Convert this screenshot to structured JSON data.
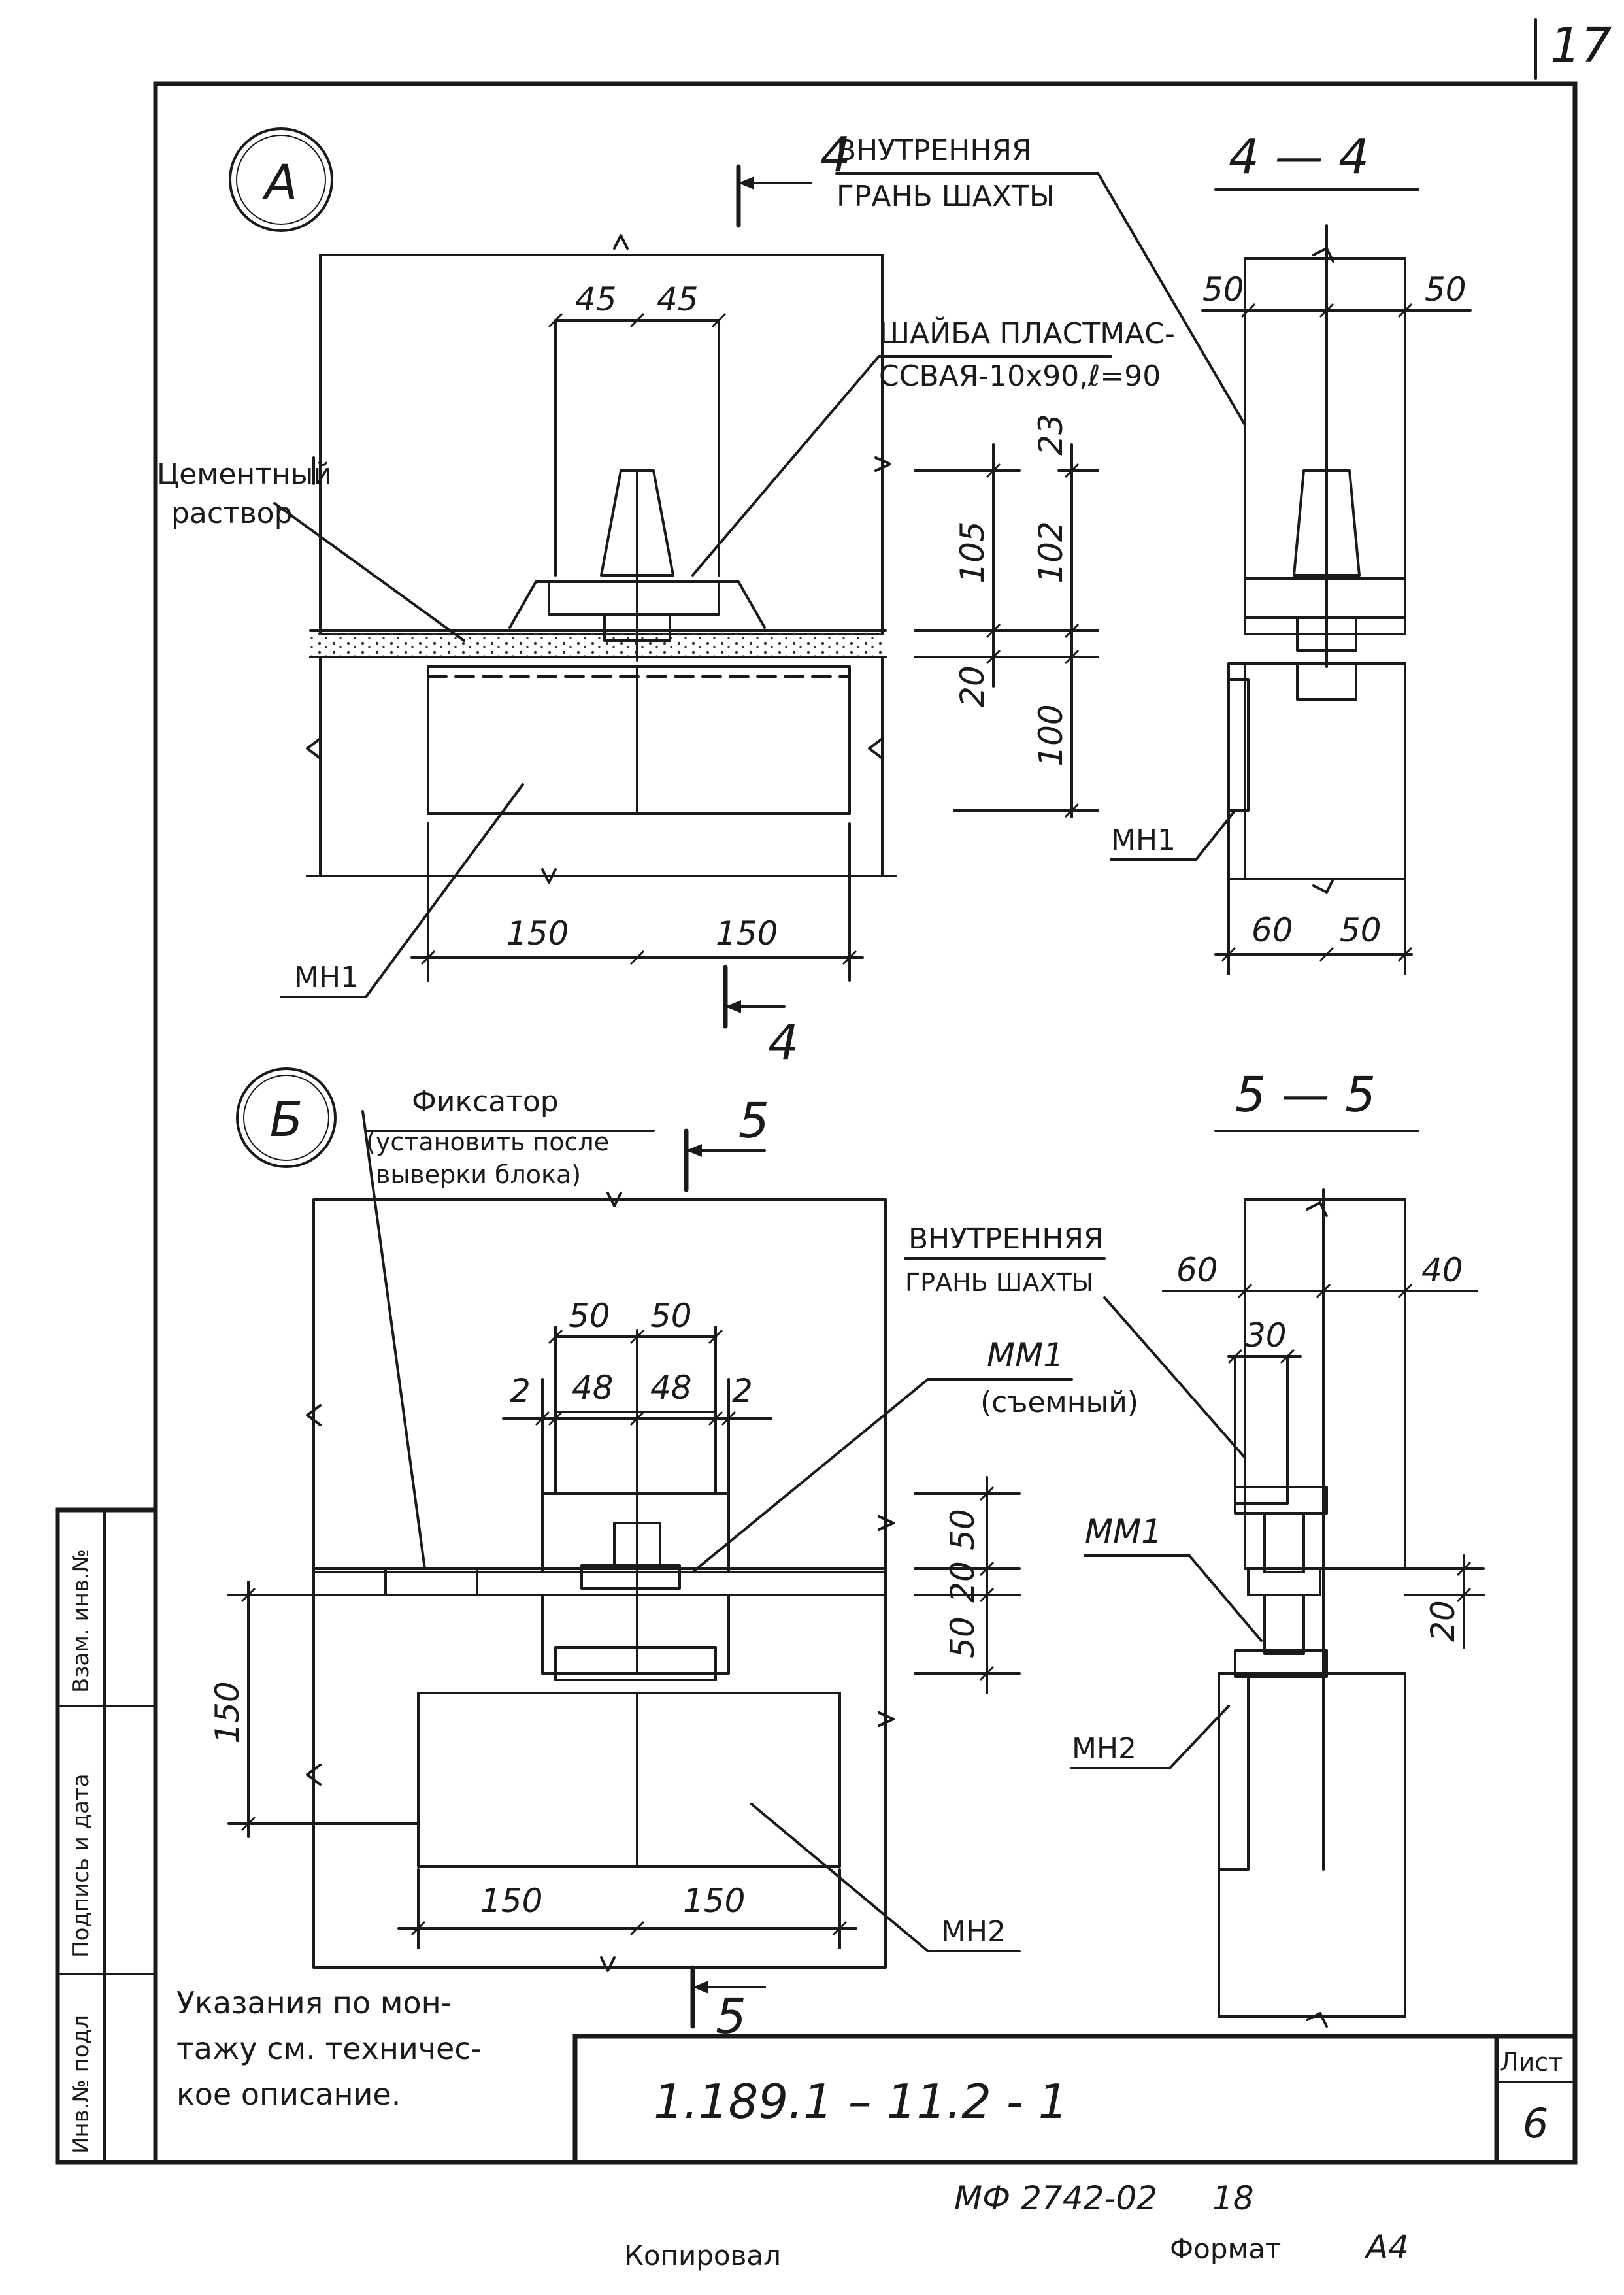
{
  "page_number": "17",
  "views": {
    "a": {
      "marker": "А",
      "section_cut": "4",
      "label_shaft_face": [
        "ВНУТРЕННЯЯ",
        "ГРАНЬ ШАХТЫ"
      ],
      "label_washer": [
        "ШАЙБА ПЛАСТМАС-",
        "ССВАЯ-10х90,ℓ=90"
      ],
      "label_mortar": [
        "Цементный",
        "раствор"
      ],
      "label_plate": "МН1",
      "dims": {
        "top_left": "45",
        "top_right": "45",
        "bottom_left": "150",
        "bottom_right": "150",
        "v_105": "105",
        "v_20": "20",
        "v_23": "23",
        "v_102": "102",
        "v_100": "100"
      }
    },
    "section_4_4": {
      "title": "4 — 4",
      "dims": {
        "top_left": "50",
        "top_right": "50",
        "bottom_left": "60",
        "bottom_right": "50"
      },
      "label_plate": "МН1"
    },
    "b": {
      "marker": "Б",
      "section_cut": "5",
      "label_fixator": [
        "Фиксатор",
        "(установить после",
        "выверки блока)"
      ],
      "label_mm1": [
        "ММ1",
        "(съемный)"
      ],
      "label_plate": "МН2",
      "dims": {
        "top_50_left": "50",
        "top_50_right": "50",
        "gap_left": "2",
        "w48_left": "48",
        "w48_right": "48",
        "gap_right": "2",
        "height_150": "150",
        "bottom_left": "150",
        "bottom_right": "150",
        "v_50_top": "50",
        "v_20": "20",
        "v_50_bottom": "50"
      }
    },
    "section_5_5": {
      "title": "5 — 5",
      "label_shaft_face": [
        "ВНУТРЕННЯЯ",
        "ГРАНЬ ШАХТЫ"
      ],
      "label_mm1": "ММ1",
      "label_plate": "МН2",
      "dims": {
        "left": "60",
        "right": "40",
        "inner": "30",
        "gap": "20"
      }
    }
  },
  "note": [
    "Указания по мон-",
    "тажу см. техничес-",
    "кое описание."
  ],
  "stamp": {
    "designation": "1.189.1 – 11.2 - 1",
    "sheet_label": "Лист",
    "sheet_number": "6"
  },
  "side_stamp": [
    "Инв.№ подл",
    "Подпись и дата",
    "Взам. инв.№"
  ],
  "footer": {
    "doc_code": "МФ 2742-02",
    "page": "18",
    "copied": "Копировал",
    "format_label": "Формат",
    "format_value": "А4"
  }
}
